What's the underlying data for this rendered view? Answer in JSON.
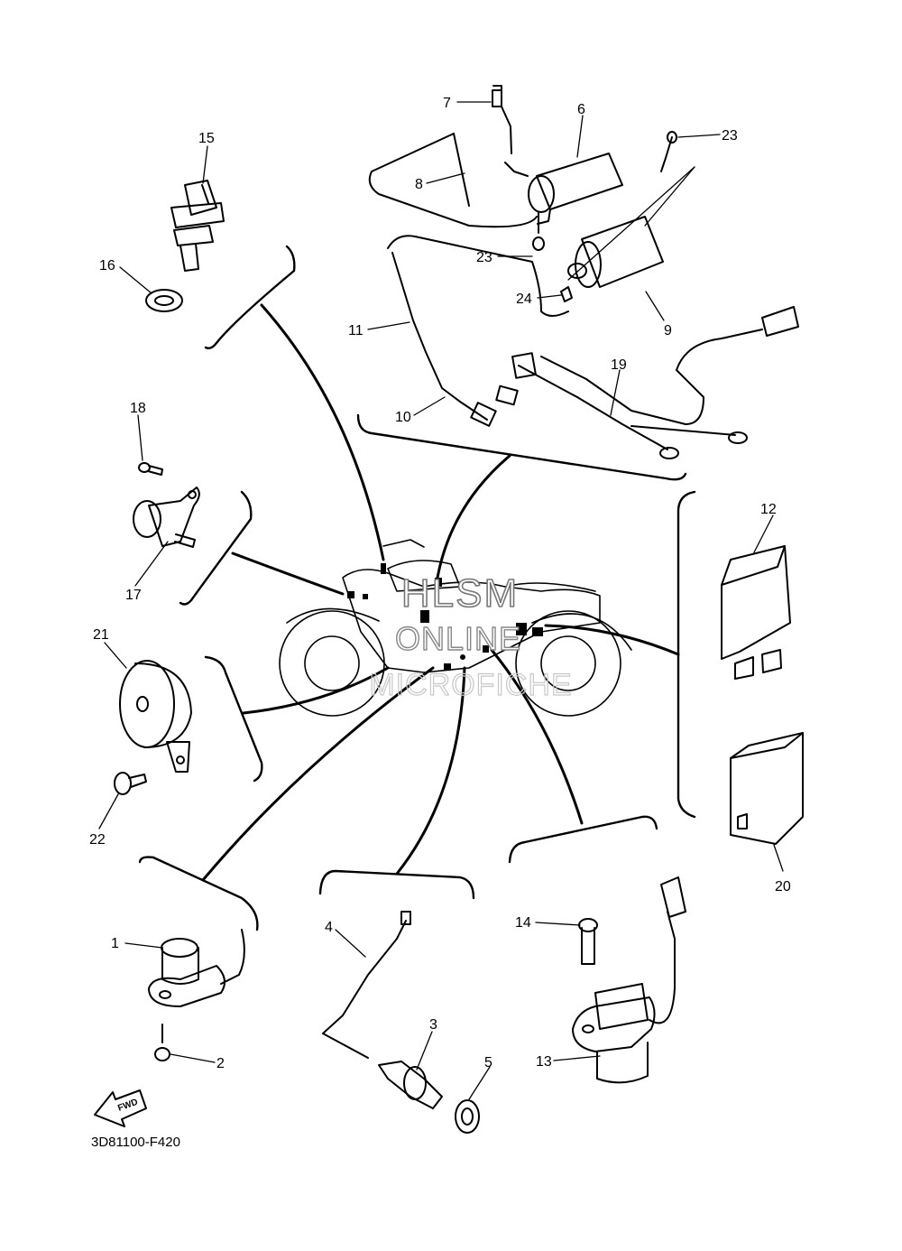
{
  "diagram": {
    "part_labels": [
      "1",
      "2",
      "3",
      "4",
      "5",
      "6",
      "7",
      "8",
      "9",
      "10",
      "11",
      "12",
      "13",
      "14",
      "15",
      "16",
      "17",
      "18",
      "19",
      "20",
      "21",
      "22",
      "23",
      "23",
      "24"
    ],
    "drawing_code": "3D81100-F420",
    "fwd_label": "FWD",
    "watermark": {
      "line1": "HLSM",
      "line2": "ONLINE",
      "line3": "MICROFICHE"
    }
  }
}
